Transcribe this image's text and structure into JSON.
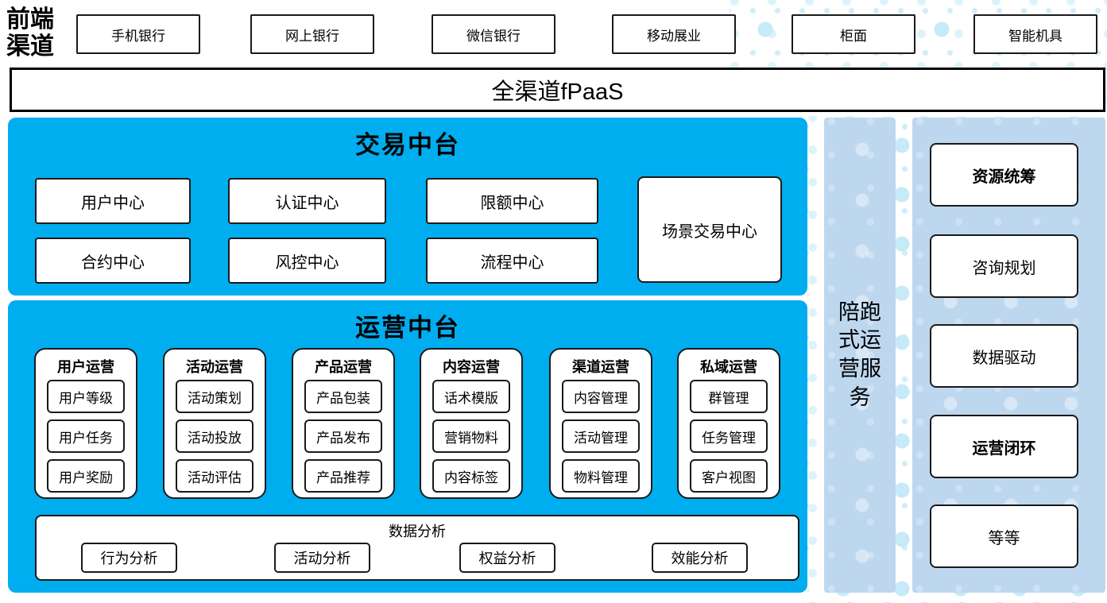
{
  "diagram": {
    "front_channels": {
      "label": "前端渠道",
      "channels": [
        "手机银行",
        "网上银行",
        "微信银行",
        "移动展业",
        "柜面",
        "智能机具"
      ]
    },
    "fpaas_bar": {
      "label": "全渠道fPaaS"
    },
    "transaction_platform": {
      "title": "交易中台",
      "row1": [
        "用户中心",
        "认证中心",
        "限额中心"
      ],
      "row2": [
        "合约中心",
        "风控中心",
        "流程中心"
      ],
      "tall_box": "场景交易中心"
    },
    "operation_platform": {
      "title": "运营中台",
      "groups": [
        {
          "header": "用户运营",
          "items": [
            "用户等级",
            "用户任务",
            "用户奖励"
          ]
        },
        {
          "header": "活动运营",
          "items": [
            "活动策划",
            "活动投放",
            "活动评估"
          ]
        },
        {
          "header": "产品运营",
          "items": [
            "产品包装",
            "产品发布",
            "产品推荐"
          ]
        },
        {
          "header": "内容运营",
          "items": [
            "话术模版",
            "营销物料",
            "内容标签"
          ]
        },
        {
          "header": "渠道运营",
          "items": [
            "内容管理",
            "活动管理",
            "物料管理"
          ]
        },
        {
          "header": "私域运营",
          "items": [
            "群管理",
            "任务管理",
            "客户视图"
          ]
        }
      ],
      "data_analysis": {
        "header": "数据分析",
        "items": [
          "行为分析",
          "活动分析",
          "权益分析",
          "效能分析"
        ]
      }
    },
    "side_bar": {
      "label": "陪跑式运营服务"
    },
    "right_panel": {
      "items": [
        {
          "label": "资源统筹",
          "bold": true
        },
        {
          "label": "咨询规划",
          "bold": false
        },
        {
          "label": "数据驱动",
          "bold": false
        },
        {
          "label": "运营闭环",
          "bold": true
        },
        {
          "label": "等等",
          "bold": false
        }
      ]
    },
    "colors": {
      "accent_blue": "#00adef",
      "light_blue": "#bdd7ee",
      "dot_blue": "#c7eaf8",
      "box_border": "#1a1a1a"
    }
  }
}
